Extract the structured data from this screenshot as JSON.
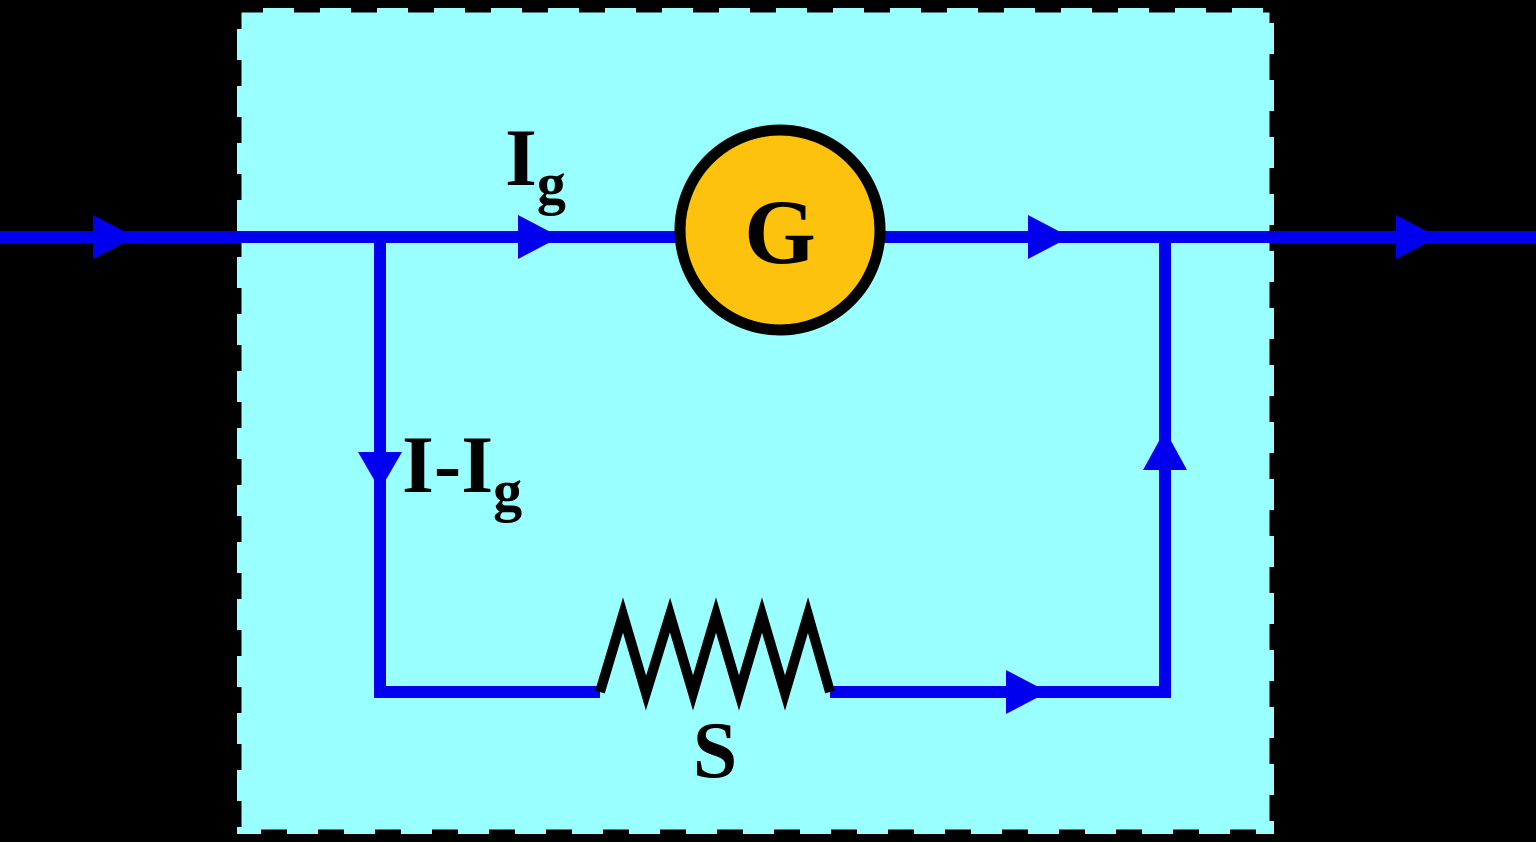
{
  "colors": {
    "background": "#000000",
    "panel_fill": "#99FFFF",
    "panel_border": "#000000",
    "wire": "#0000EE",
    "galvanometer_fill": "#FCC20D",
    "component_stroke": "#000000",
    "label_text": "#000000"
  },
  "labels": {
    "galvanometer": "G",
    "shunt_resistor": "S",
    "galvanometer_current": {
      "base": "I",
      "sub": "g"
    },
    "shunt_current": {
      "base": "I-I",
      "sub": "g"
    }
  }
}
